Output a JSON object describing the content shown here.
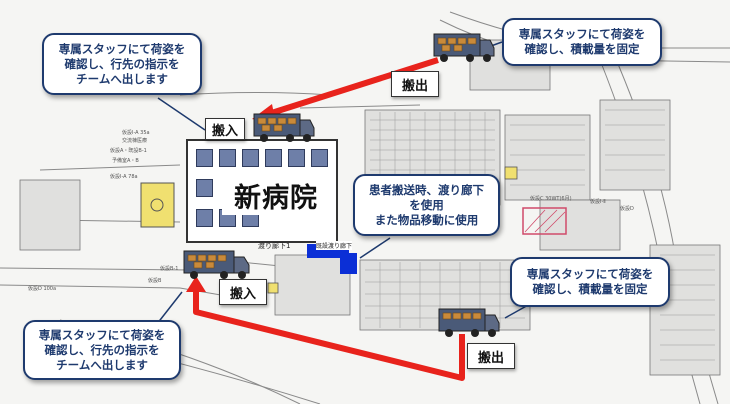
{
  "colors": {
    "callout_border": "#1e3a6e",
    "callout_text": "#1e3a6e",
    "route_arrow": "#e8231c",
    "corridor": "#0b2fd6",
    "window": "#6e7fa8"
  },
  "hospital": {
    "name": "新病院"
  },
  "labels": {
    "in_top": "搬入",
    "in_bottom": "搬入",
    "out_top": "搬出",
    "out_bottom": "搬出"
  },
  "callouts": {
    "top_left": "専属スタッフにて荷姿を\n確認し、行先の指示を\nチームへ出します",
    "bottom_left": "専属スタッフにて荷姿を\n確認し、行先の指示を\nチームへ出します",
    "top_right": "専属スタッフにて荷姿を\n確認し、積載量を固定",
    "bottom_right": "専属スタッフにて荷姿を\n確認し、積載量を固定",
    "center": "患者搬送時、渡り廊下\nを使用\nまた物品移動に使用"
  },
  "map_text": {
    "corridor_label": "渡り廊下1",
    "corridor_label2": "既設渡り廊下",
    "lot_b1": "仮設B-1"
  },
  "icons": [
    "truck-icon",
    "red-route-arrow",
    "blue-corridor"
  ]
}
